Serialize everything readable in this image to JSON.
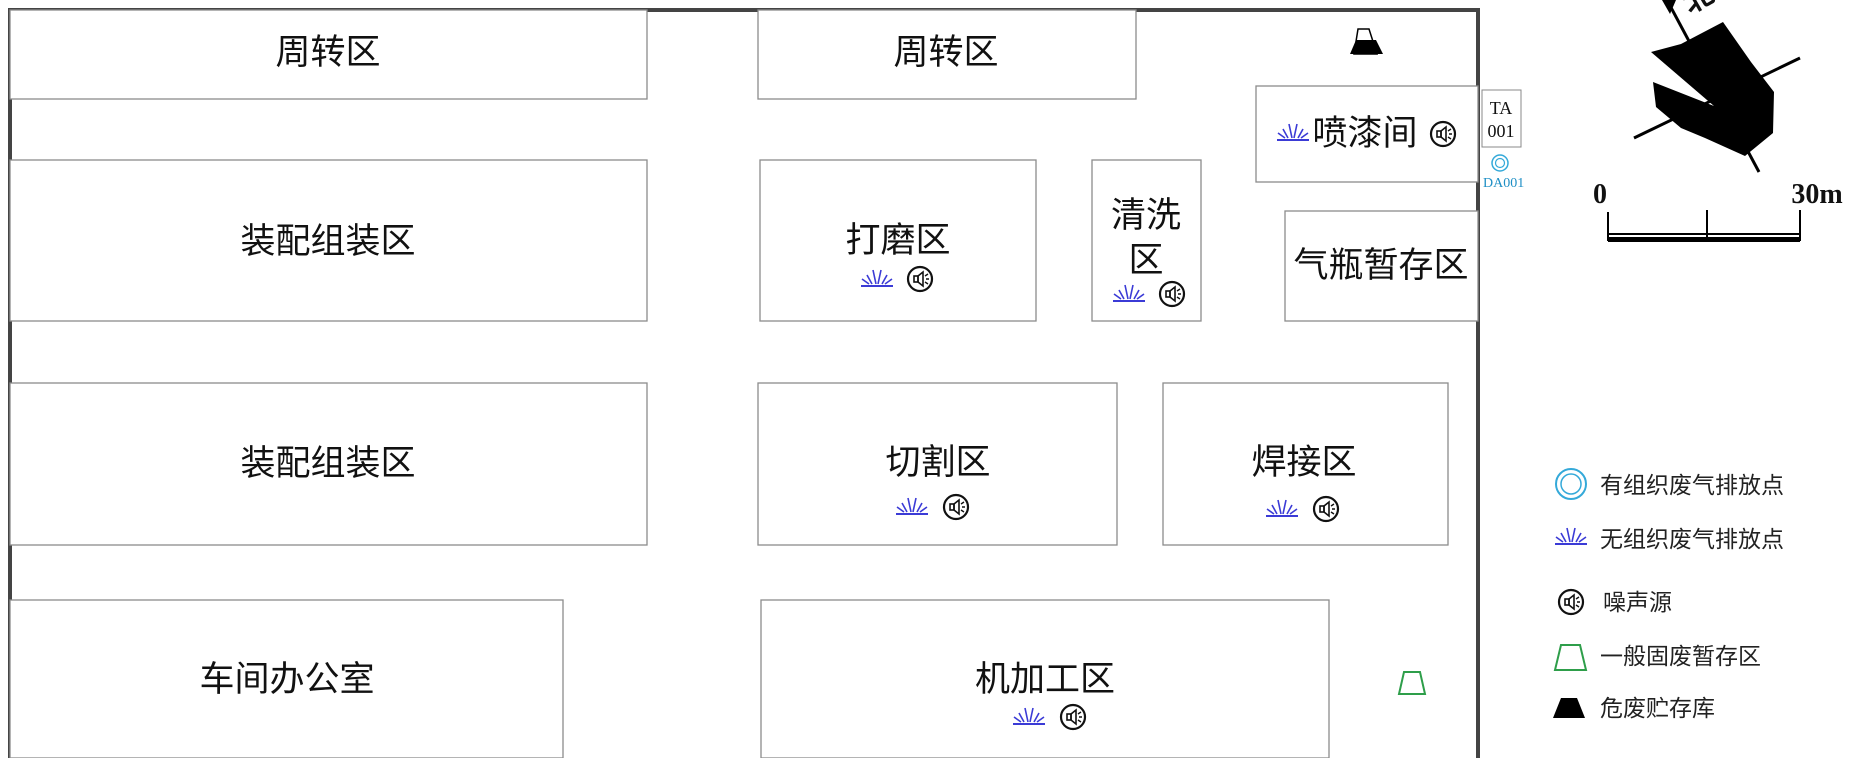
{
  "zones": {
    "turnover_left": "周转区",
    "turnover_mid": "周转区",
    "spray_room": "喷漆间",
    "assembly_upper": "装配组装区",
    "grinding": "打磨区",
    "washing_line1": "清洗",
    "washing_line2": "区",
    "gas_cylinder": "气瓶暂存区",
    "assembly_lower": "装配组装区",
    "cutting": "切割区",
    "welding": "焊接区",
    "office": "车间办公室",
    "machining": "机加工区"
  },
  "outlets": {
    "stack_tag_line1": "TA",
    "stack_tag_line2": "001",
    "stack_id": "DA001"
  },
  "compass": {
    "north": "北"
  },
  "scale": {
    "min": "0",
    "max": "30m"
  },
  "legend": {
    "organized_emission": "有组织废气排放点",
    "fugitive_emission": "无组织废气排放点",
    "noise_source": "噪声源",
    "general_solid_waste": "一般固废暂存区",
    "hazardous_waste": "危废贮存库"
  },
  "icons": {
    "fugitive": "fugitive-emission-icon",
    "noise": "noise-source-icon",
    "organized": "organized-emission-icon",
    "general_waste": "general-waste-icon",
    "hazardous_waste": "hazardous-waste-icon"
  },
  "colors": {
    "fugitive": "#3b3bd6",
    "organized": "#34a9d9",
    "general_waste": "#2e9e4a",
    "hazardous_waste": "#000000",
    "outline": "#8c8c8c"
  }
}
